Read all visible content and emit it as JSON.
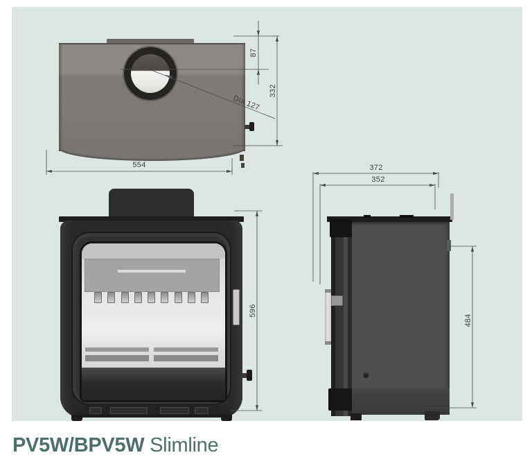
{
  "page": {
    "background_color": "#ffffff",
    "panel_background_color": "#dce6e2"
  },
  "title": {
    "model": "PV5W/BPV5W",
    "variant": "Slimline",
    "color": "#4f706a"
  },
  "views": {
    "top": {
      "label": "top-view-of-stove",
      "dimensions": {
        "width": "554",
        "flue_centre_offset": "87",
        "depth": "332",
        "flue_diameter": "Dia 127"
      }
    },
    "front": {
      "label": "front-view-of-stove",
      "dimensions": {
        "height": "596"
      }
    },
    "side": {
      "label": "side-view-of-stove",
      "dimensions": {
        "overall_depth": "372",
        "body_depth": "352",
        "rear_flue_centre_height": "484"
      }
    }
  },
  "drawing": {
    "line_color": "#4b4c4e",
    "text_color": "#3f4042"
  }
}
